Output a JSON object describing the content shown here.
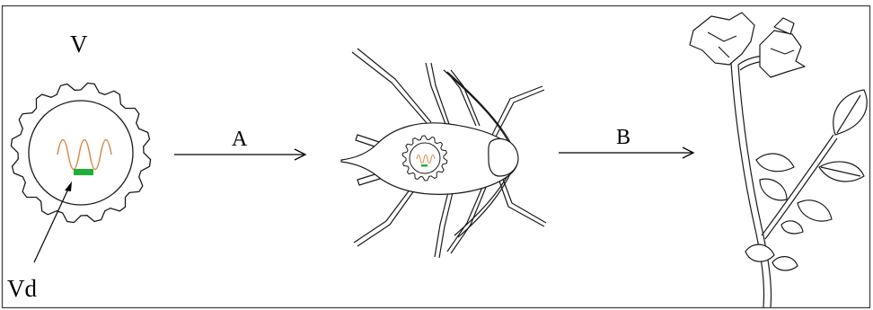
{
  "labels": {
    "virus": "V",
    "arrow_a": "A",
    "arrow_b": "B",
    "satellite": "Vd"
  },
  "colors": {
    "genome_strand": "#d88a4a",
    "satellite_rna": "#1db233",
    "outline": "#1a1a1a",
    "frame": "#444444"
  },
  "figures": {
    "virus_particle": "virus-particle-icon",
    "insect_vector": "aphid-icon",
    "host_plant": "flowering-plant-icon"
  }
}
